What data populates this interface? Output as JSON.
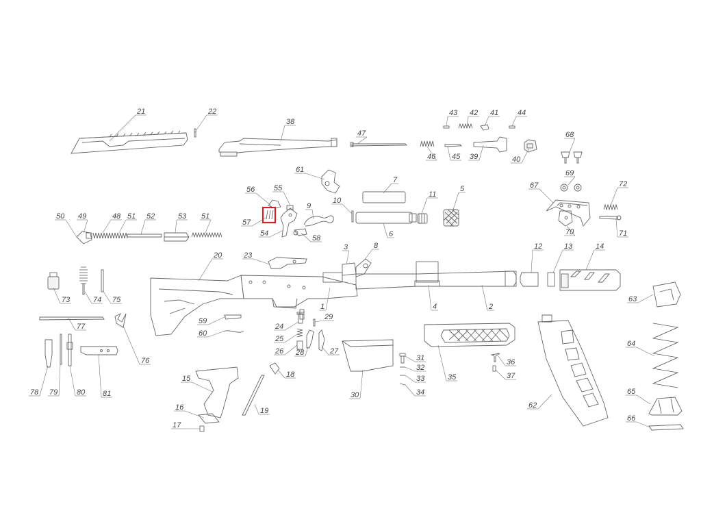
{
  "highlight": {
    "part": "57",
    "color": "#d0202a"
  },
  "callouts": [
    "21",
    "22",
    "38",
    "47",
    "43",
    "42",
    "41",
    "44",
    "46",
    "45",
    "39",
    "40",
    "68",
    "69",
    "67",
    "72",
    "70",
    "71",
    "61",
    "56",
    "55",
    "57",
    "54",
    "9",
    "10",
    "58",
    "7",
    "11",
    "5",
    "6",
    "50",
    "49",
    "48",
    "51",
    "52",
    "53",
    "51b",
    "23",
    "3",
    "8",
    "20",
    "1",
    "4",
    "2",
    "12",
    "13",
    "14",
    "63",
    "73",
    "74",
    "75",
    "77",
    "76",
    "59",
    "60",
    "24",
    "29",
    "25",
    "26",
    "28",
    "27",
    "31",
    "32",
    "33",
    "34",
    "36",
    "37",
    "35",
    "30",
    "18",
    "15",
    "16",
    "17",
    "19",
    "62",
    "64",
    "65",
    "66",
    "78",
    "79",
    "80",
    "81"
  ],
  "labels": {
    "21": "21",
    "22": "22",
    "38": "38",
    "47": "47",
    "43": "43",
    "42": "42",
    "41": "41",
    "44": "44",
    "46": "46",
    "45": "45",
    "39": "39",
    "40": "40",
    "68": "68",
    "69": "69",
    "67": "67",
    "72": "72",
    "70": "70",
    "71": "71",
    "61": "61",
    "56": "56",
    "55": "55",
    "57": "57",
    "54": "54",
    "9": "9",
    "10": "10",
    "58": "58",
    "7": "7",
    "11": "11",
    "5": "5",
    "6": "6",
    "50": "50",
    "49": "49",
    "48": "48",
    "51": "51",
    "52": "52",
    "53": "53",
    "51b": "51",
    "23": "23",
    "3": "3",
    "8": "8",
    "20": "20",
    "1": "1",
    "4": "4",
    "2": "2",
    "12": "12",
    "13": "13",
    "14": "14",
    "63": "63",
    "73": "73",
    "74": "74",
    "75": "75",
    "77": "77",
    "76": "76",
    "59": "59",
    "60": "60",
    "24": "24",
    "29": "29",
    "25": "25",
    "26": "26",
    "28": "28",
    "27": "27",
    "31": "31",
    "32": "32",
    "33": "33",
    "34": "34",
    "36": "36",
    "37": "37",
    "35": "35",
    "30": "30",
    "18": "18",
    "15": "15",
    "16": "16",
    "17": "17",
    "19": "19",
    "62": "62",
    "64": "64",
    "65": "65",
    "66": "66",
    "78": "78",
    "79": "79",
    "80": "80",
    "81": "81"
  }
}
